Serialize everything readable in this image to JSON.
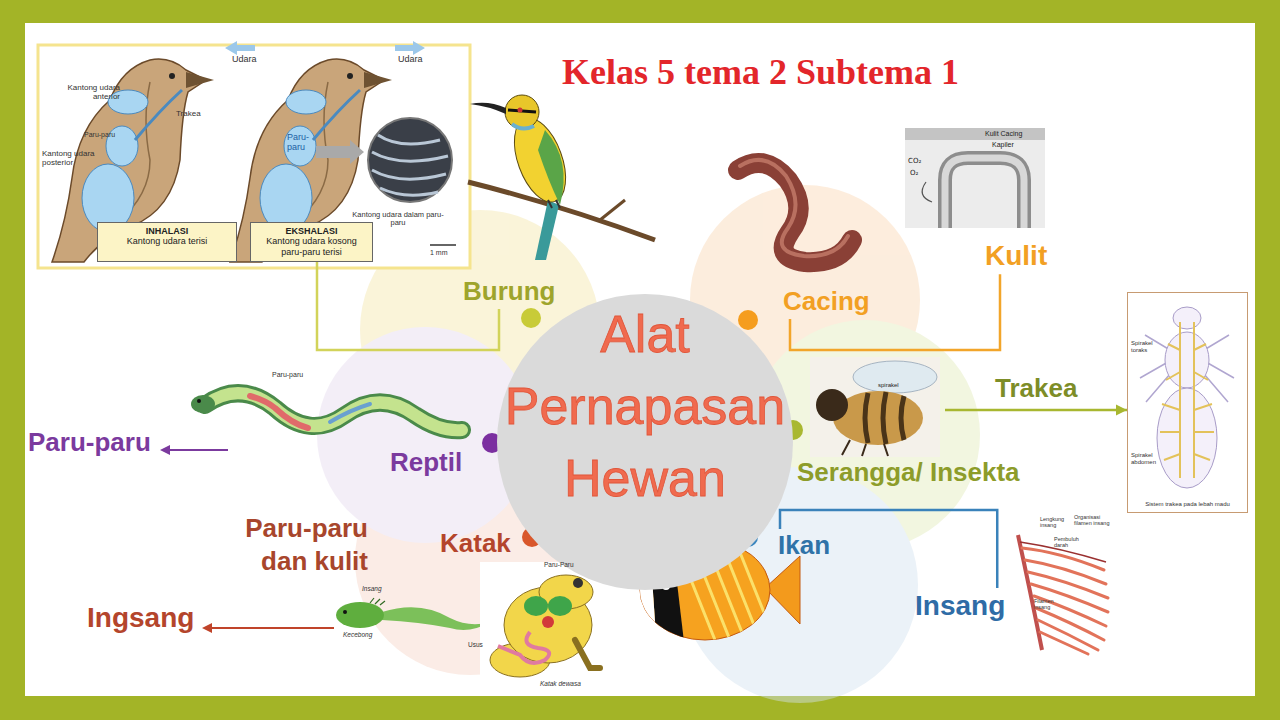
{
  "diagram": {
    "title": "Kelas 5 tema 2 Subtema 1",
    "nodes": [
      {
        "text": [
          "Alat Pernapasan Hewan"
        ]
      },
      {
        "text": [
          "Burung"
        ]
      },
      {
        "text": [
          "Cacing"
        ]
      },
      {
        "text": [
          "Kulit"
        ]
      },
      {
        "text": [
          "Serangga/ Insekta"
        ]
      },
      {
        "text": [
          "Sistem trakea pada lebah madu"
        ]
      },
      {
        "text": [
          "Ikan"
        ]
      },
      {
        "text": [
          "Insang"
        ]
      },
      {
        "text": [
          "Katak"
        ]
      },
      {
        "text": [
          "Paru-paru dan kulit"
        ]
      },
      {
        "text": [
          "Ingsang"
        ]
      },
      {
        "text": [
          "Reptil"
        ]
      },
      {
        "text": [
          "Paru-paru"
        ]
      },
      {
        "text": [
          "INHALASI",
          "Kantong udara terisi"
        ]
      },
      {
        "text": [
          "EKSHALASI",
          "Kantong udara kosong paru-paru terisi"
        ]
      }
    ],
    "edges": [
      {
        "from": 1,
        "to": 14,
        "arrow": "none"
      },
      {
        "from": 2,
        "to": 3,
        "arrow": "none"
      },
      {
        "from": 4,
        "to": 5,
        "arrow": "to",
        "label": "Trakea"
      },
      {
        "from": 6,
        "to": 7,
        "arrow": "none"
      }
    ],
    "labels": [
      "Udara",
      "Kantong udara anterior",
      "Trakea",
      "Kantong udara posterior",
      "Paru-paru",
      "Udara",
      "Paru-paru",
      "Kantong udara dalam paru-paru",
      "1 mm",
      "Kulit Cacing",
      "Kapiler",
      "CO₂",
      "O₂",
      "spirakel",
      "Spirakel toraks",
      "Spirakel abdomen",
      "Paru-paru",
      "Insang",
      "Kecebong",
      "Paru-Paru",
      "Usus",
      "Katak dewasa",
      "Lengkung insang",
      "Organisasi filamen insang",
      "Pembuluh darah",
      "Filamen insang"
    ]
  }
}
